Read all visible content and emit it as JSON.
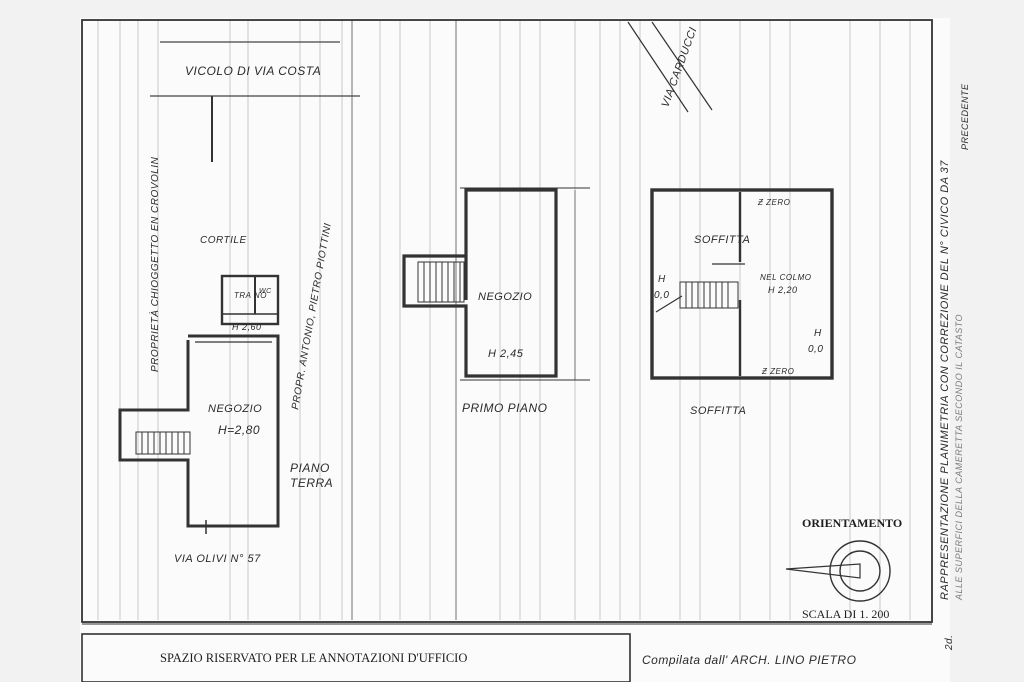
{
  "plan": {
    "street_top": "VICOLO DI VIA COSTA",
    "street_bottom": "VIA OLIVI N° 57",
    "street_right": "VIA CARDUCCI",
    "neighbor_left": "PROPRIETÀ CHIOGGETTO EN CROVOLIN",
    "neighbor_right": "PROPR. ANTONIO, PIETRO PIOTTINI",
    "ground": {
      "courtyard": "CORTILE",
      "small_room": "TRA NO",
      "small_room_bath": "WC",
      "small_room_height": "H 2,60",
      "shop": "NEGOZIO",
      "shop_height": "H=2,80",
      "floor_label_1": "PIANO",
      "floor_label_2": "TERRA"
    },
    "first": {
      "shop": "NEGOZIO",
      "shop_height": "H 2,45",
      "floor_label": "PRIMO PIANO"
    },
    "attic": {
      "room": "SOFFITTA",
      "zero_top": "Ƶ ZERO",
      "zero_bottom": "Ƶ ZERO",
      "midheight_1": "NEL COLMO",
      "midheight_2": "H 2,20",
      "h_left_1": "H",
      "h_left_2": "0,0",
      "h_right_1": "H",
      "h_right_2": "0,0",
      "floor_label": "SOFFITTA"
    },
    "orientation_title": "ORIENTAMENTO",
    "scale": "SCALA DI 1. 200",
    "side_note_1": "RAPPRESENTAZIONE PLANIMETRIA CON CORREZIONE DEL N° CIVICO DA 37",
    "side_note_2": "PRECEDENTE",
    "side_note_3": "ALLE SUPERFICI DELLA CAMERETTA SECONDO IL CATASTO",
    "side_ref": "2d."
  },
  "footer": {
    "reserved": "SPAZIO RISERVATO PER LE ANNOTAZIONI D'UFFICIO",
    "compiled": "Compilata dall' ARCH. LINO PIETRO"
  }
}
